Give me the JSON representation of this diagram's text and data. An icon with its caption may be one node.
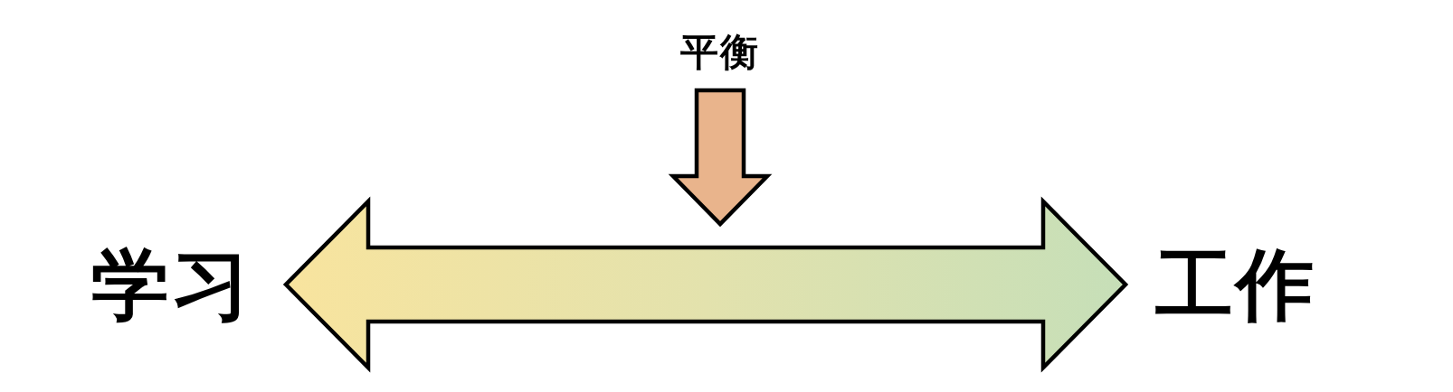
{
  "diagram": {
    "nodes": [
      {
        "text": [
          "学习"
        ]
      },
      {
        "text": [
          "工作"
        ]
      },
      {
        "text": [
          "平衡"
        ]
      }
    ],
    "edges": [
      {
        "from": 0,
        "to": 1,
        "arrow": "both",
        "style": "thick"
      },
      {
        "from": 2,
        "to": null,
        "arrow": "to",
        "style": "thick",
        "color": "#e9b48c"
      }
    ]
  }
}
